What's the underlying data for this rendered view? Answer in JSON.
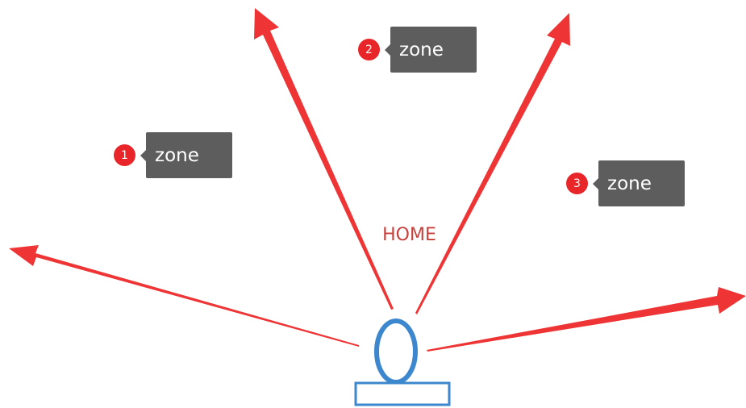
{
  "colors": {
    "arrow": "#ee3434",
    "badge": "#e8262a",
    "tag_background": "#5d5d5d",
    "tag_text": "#ffffff",
    "home_text": "#c8403c",
    "home_icon": "#3d87cf"
  },
  "home": {
    "label": "HOME",
    "icon": "home-marker-icon"
  },
  "zones": [
    {
      "number": "1",
      "label": "zone"
    },
    {
      "number": "2",
      "label": "zone"
    },
    {
      "number": "3",
      "label": "zone"
    }
  ]
}
